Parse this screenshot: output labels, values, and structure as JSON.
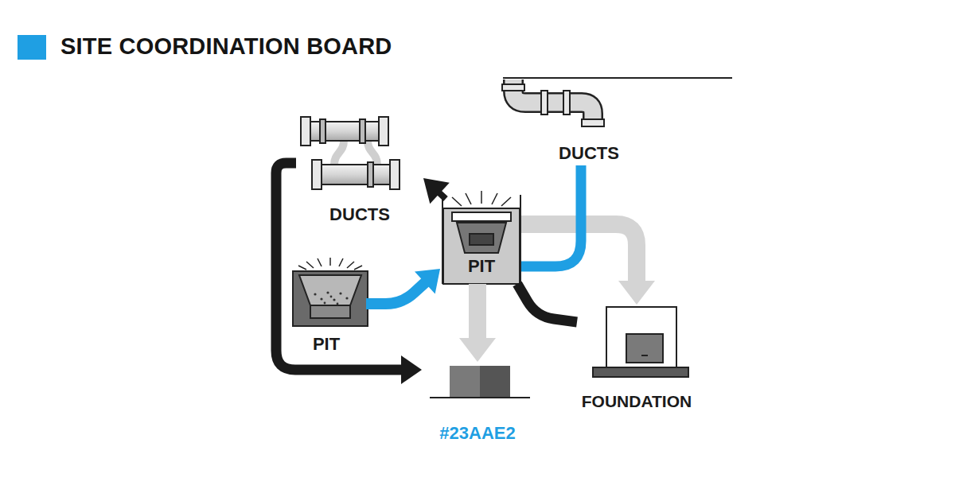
{
  "diagram": {
    "title": "SITE COORDINATION BOARD",
    "nodes": [
      {
        "text": [
          "DUCTS"
        ]
      },
      {
        "text": [
          "DUCTS"
        ]
      },
      {
        "text": [
          "PIT"
        ]
      },
      {
        "text": [
          "PIT"
        ]
      },
      {
        "text": [
          "FOUNDATION"
        ]
      },
      {
        "text": [
          "#23AAE2"
        ]
      }
    ],
    "edges": [
      {
        "from": 3,
        "to": 4,
        "arrow": "to"
      },
      {
        "from": 3,
        "to": 5,
        "arrow": "to"
      },
      {
        "from": 1,
        "to": 3,
        "arrow": "none"
      },
      {
        "from": 2,
        "to": 3,
        "arrow": "to"
      },
      {
        "from": 3,
        "to": 0,
        "arrow": "to"
      },
      {
        "from": 3,
        "to": 4,
        "arrow": "none"
      },
      {
        "from": 0,
        "to": 5,
        "arrow": "to"
      }
    ]
  }
}
